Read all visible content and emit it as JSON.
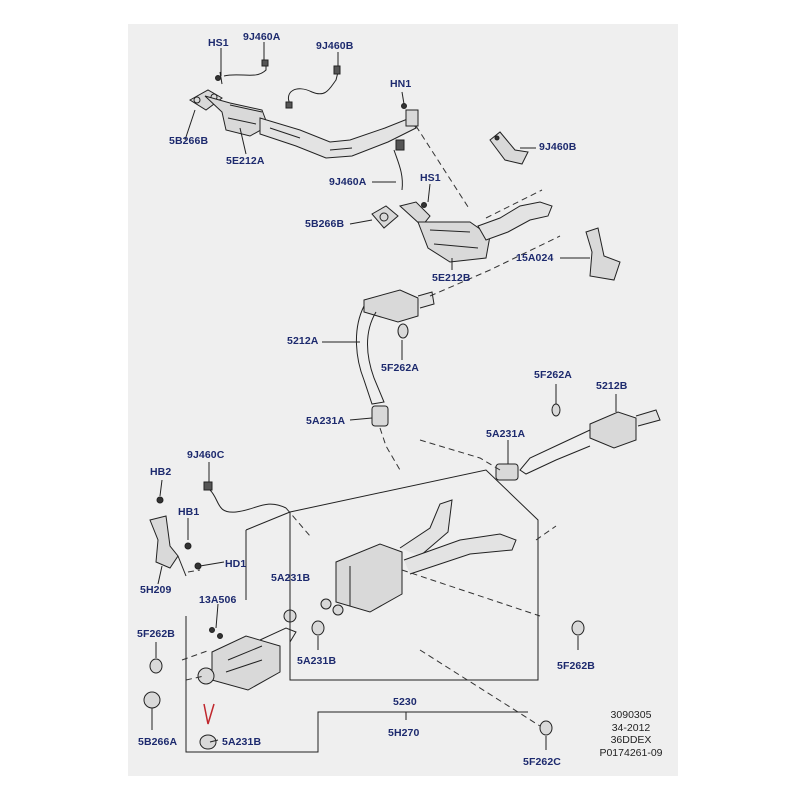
{
  "labels": {
    "hs1_top": "HS1",
    "j9460a_top": "9J460A",
    "j9460b_top": "9J460B",
    "b5266b_top": "5B266B",
    "e5212a": "5E212A",
    "hn1": "HN1",
    "j9460b_right": "9J460B",
    "j9460a_mid": "9J460A",
    "hs1_mid": "HS1",
    "b5266b_mid": "5B266B",
    "a15024": "15A024",
    "e5212b": "5E212B",
    "p5212a": "5212A",
    "f5262a_left": "5F262A",
    "f5262a_right": "5F262A",
    "p5212b": "5212B",
    "a5231a_left": "5A231A",
    "a5231a_right": "5A231A",
    "j9460c": "9J460C",
    "hb2": "HB2",
    "hb1": "HB1",
    "hd1": "HD1",
    "h5209": "5H209",
    "a13506": "13A506",
    "a5231b_upper": "5A231B",
    "a5231b_mid": "5A231B",
    "f5262b_left": "5F262B",
    "f5262b_right": "5F262B",
    "b5266a": "5B266A",
    "p5230": "5230",
    "h5270": "5H270",
    "a5231b_bottom": "5A231B",
    "f5262c": "5F262C"
  },
  "reference": {
    "line1": "3090305",
    "line2": "34-2012",
    "line3": "36DDEX",
    "line4": "P0174261-09"
  },
  "colors": {
    "panel": "#efefef",
    "label": "#1d2a6e",
    "line": "#222222",
    "part_fill": "#d9d9d9",
    "accent": "#c0272d"
  }
}
